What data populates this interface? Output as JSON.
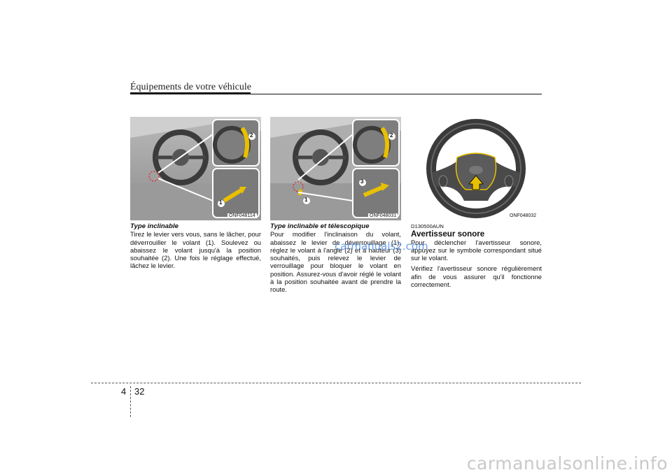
{
  "header": {
    "title": "Équipements de votre véhicule"
  },
  "figures": [
    {
      "code": "ONF048114",
      "callouts": [
        "2",
        "1"
      ]
    },
    {
      "code": "ONF048031",
      "callouts": [
        "2",
        "3",
        "1"
      ]
    },
    {
      "code": "ONF048032"
    }
  ],
  "col1": {
    "subtitle": "Type inclinable",
    "body": "Tirez le levier vers vous, sans le lâcher, pour déverrouiller le volant (1). Soulevez ou abaissez le volant jusqu'à la position souhaitée (2). Une fois le réglage effectué, lâchez le levier."
  },
  "col2": {
    "subtitle": "Type inclinable et télescopique",
    "body": "Pour modifier l'inclinaison du volant, abaissez le levier de déverrouillage (1), réglez le volant à l'angle (2) et à hauteur (3) souhaités, puis relevez le levier de verrouillage pour bloquer le volant en position. Assurez-vous d'avoir réglé le volant à la position souhaitée avant de prendre la route."
  },
  "col3": {
    "code": "D130500AUN",
    "title": "Avertisseur sonore",
    "para1": "Pour déclencher l'avertisseur sonore, appuyez sur le symbole correspondant situé sur le volant.",
    "para2": "Vérifiez l'avertisseur sonore régulièrement afin de vous assurer qu'il fonctionne correctement."
  },
  "page": {
    "section": "4",
    "number": "32"
  },
  "watermark": "carmanuals2.com",
  "footer": {
    "site": "carmanualsonline.info"
  }
}
